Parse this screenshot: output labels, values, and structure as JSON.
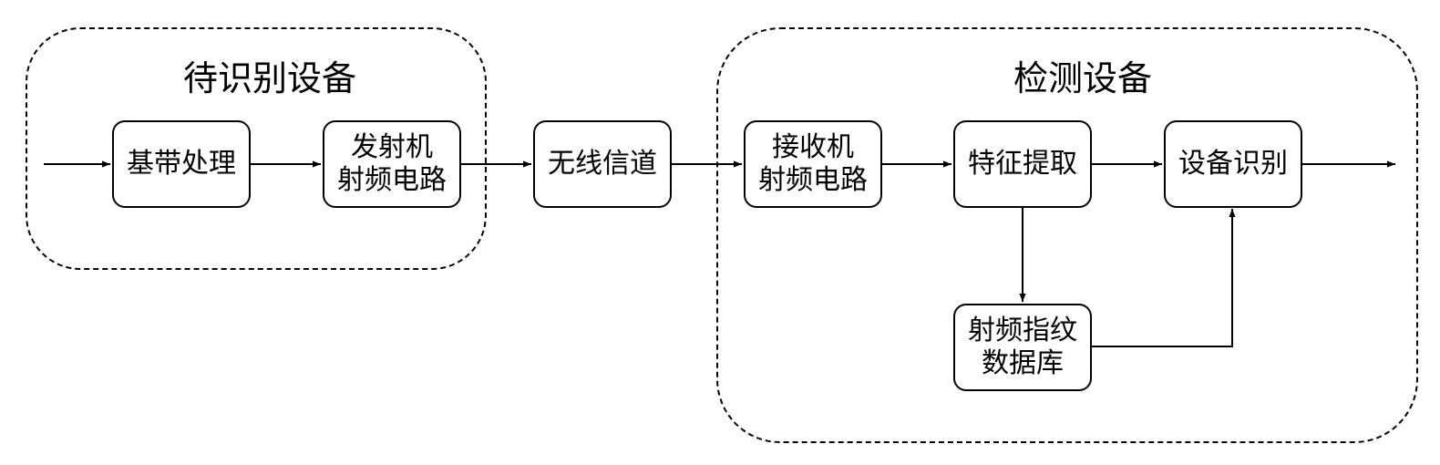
{
  "groups": {
    "device_under_test": {
      "title": "待识别设备"
    },
    "detection_device": {
      "title": "检测设备"
    }
  },
  "nodes": {
    "baseband": {
      "lines": [
        "基带处理"
      ]
    },
    "transmitter_rf": {
      "lines": [
        "发射机",
        "射频电路"
      ]
    },
    "wireless_channel": {
      "lines": [
        "无线信道"
      ]
    },
    "receiver_rf": {
      "lines": [
        "接收机",
        "射频电路"
      ]
    },
    "feature_extraction": {
      "lines": [
        "特征提取"
      ]
    },
    "device_identification": {
      "lines": [
        "设备识别"
      ]
    },
    "rf_fingerprint_db": {
      "lines": [
        "射频指纹",
        "数据库"
      ]
    }
  },
  "edges": [
    {
      "from": "input",
      "to": "baseband"
    },
    {
      "from": "baseband",
      "to": "transmitter_rf"
    },
    {
      "from": "transmitter_rf",
      "to": "wireless_channel"
    },
    {
      "from": "wireless_channel",
      "to": "receiver_rf"
    },
    {
      "from": "receiver_rf",
      "to": "feature_extraction"
    },
    {
      "from": "feature_extraction",
      "to": "device_identification"
    },
    {
      "from": "feature_extraction",
      "to": "rf_fingerprint_db"
    },
    {
      "from": "rf_fingerprint_db",
      "to": "device_identification"
    },
    {
      "from": "device_identification",
      "to": "output"
    }
  ],
  "colors": {
    "stroke": "#000000",
    "background": "#ffffff"
  }
}
